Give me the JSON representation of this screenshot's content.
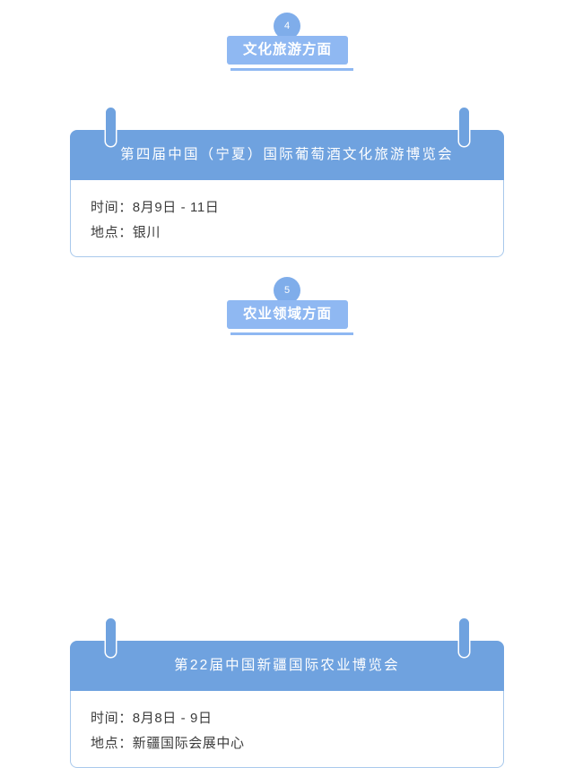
{
  "theme": {
    "badge_color": "#7fadea",
    "tab_color": "#8fb8f2",
    "header_color": "#6fa2df",
    "body_border_color": "#a9c9ec",
    "text_color": "#3c3c3c",
    "background": "#ffffff"
  },
  "sections": [
    {
      "number": "4",
      "title": "文化旅游方面",
      "card": {
        "header": "第四届中国（宁夏）国际葡萄酒文化旅游博览会",
        "details": [
          "时间：8月9日 - 11日",
          "地点：银川"
        ]
      }
    },
    {
      "number": "5",
      "title": "农业领域方面",
      "card": {
        "header": "第22届中国新疆国际农业博览会",
        "details": [
          "时间：8月8日 - 9日",
          "地点：新疆国际会展中心"
        ]
      }
    }
  ]
}
